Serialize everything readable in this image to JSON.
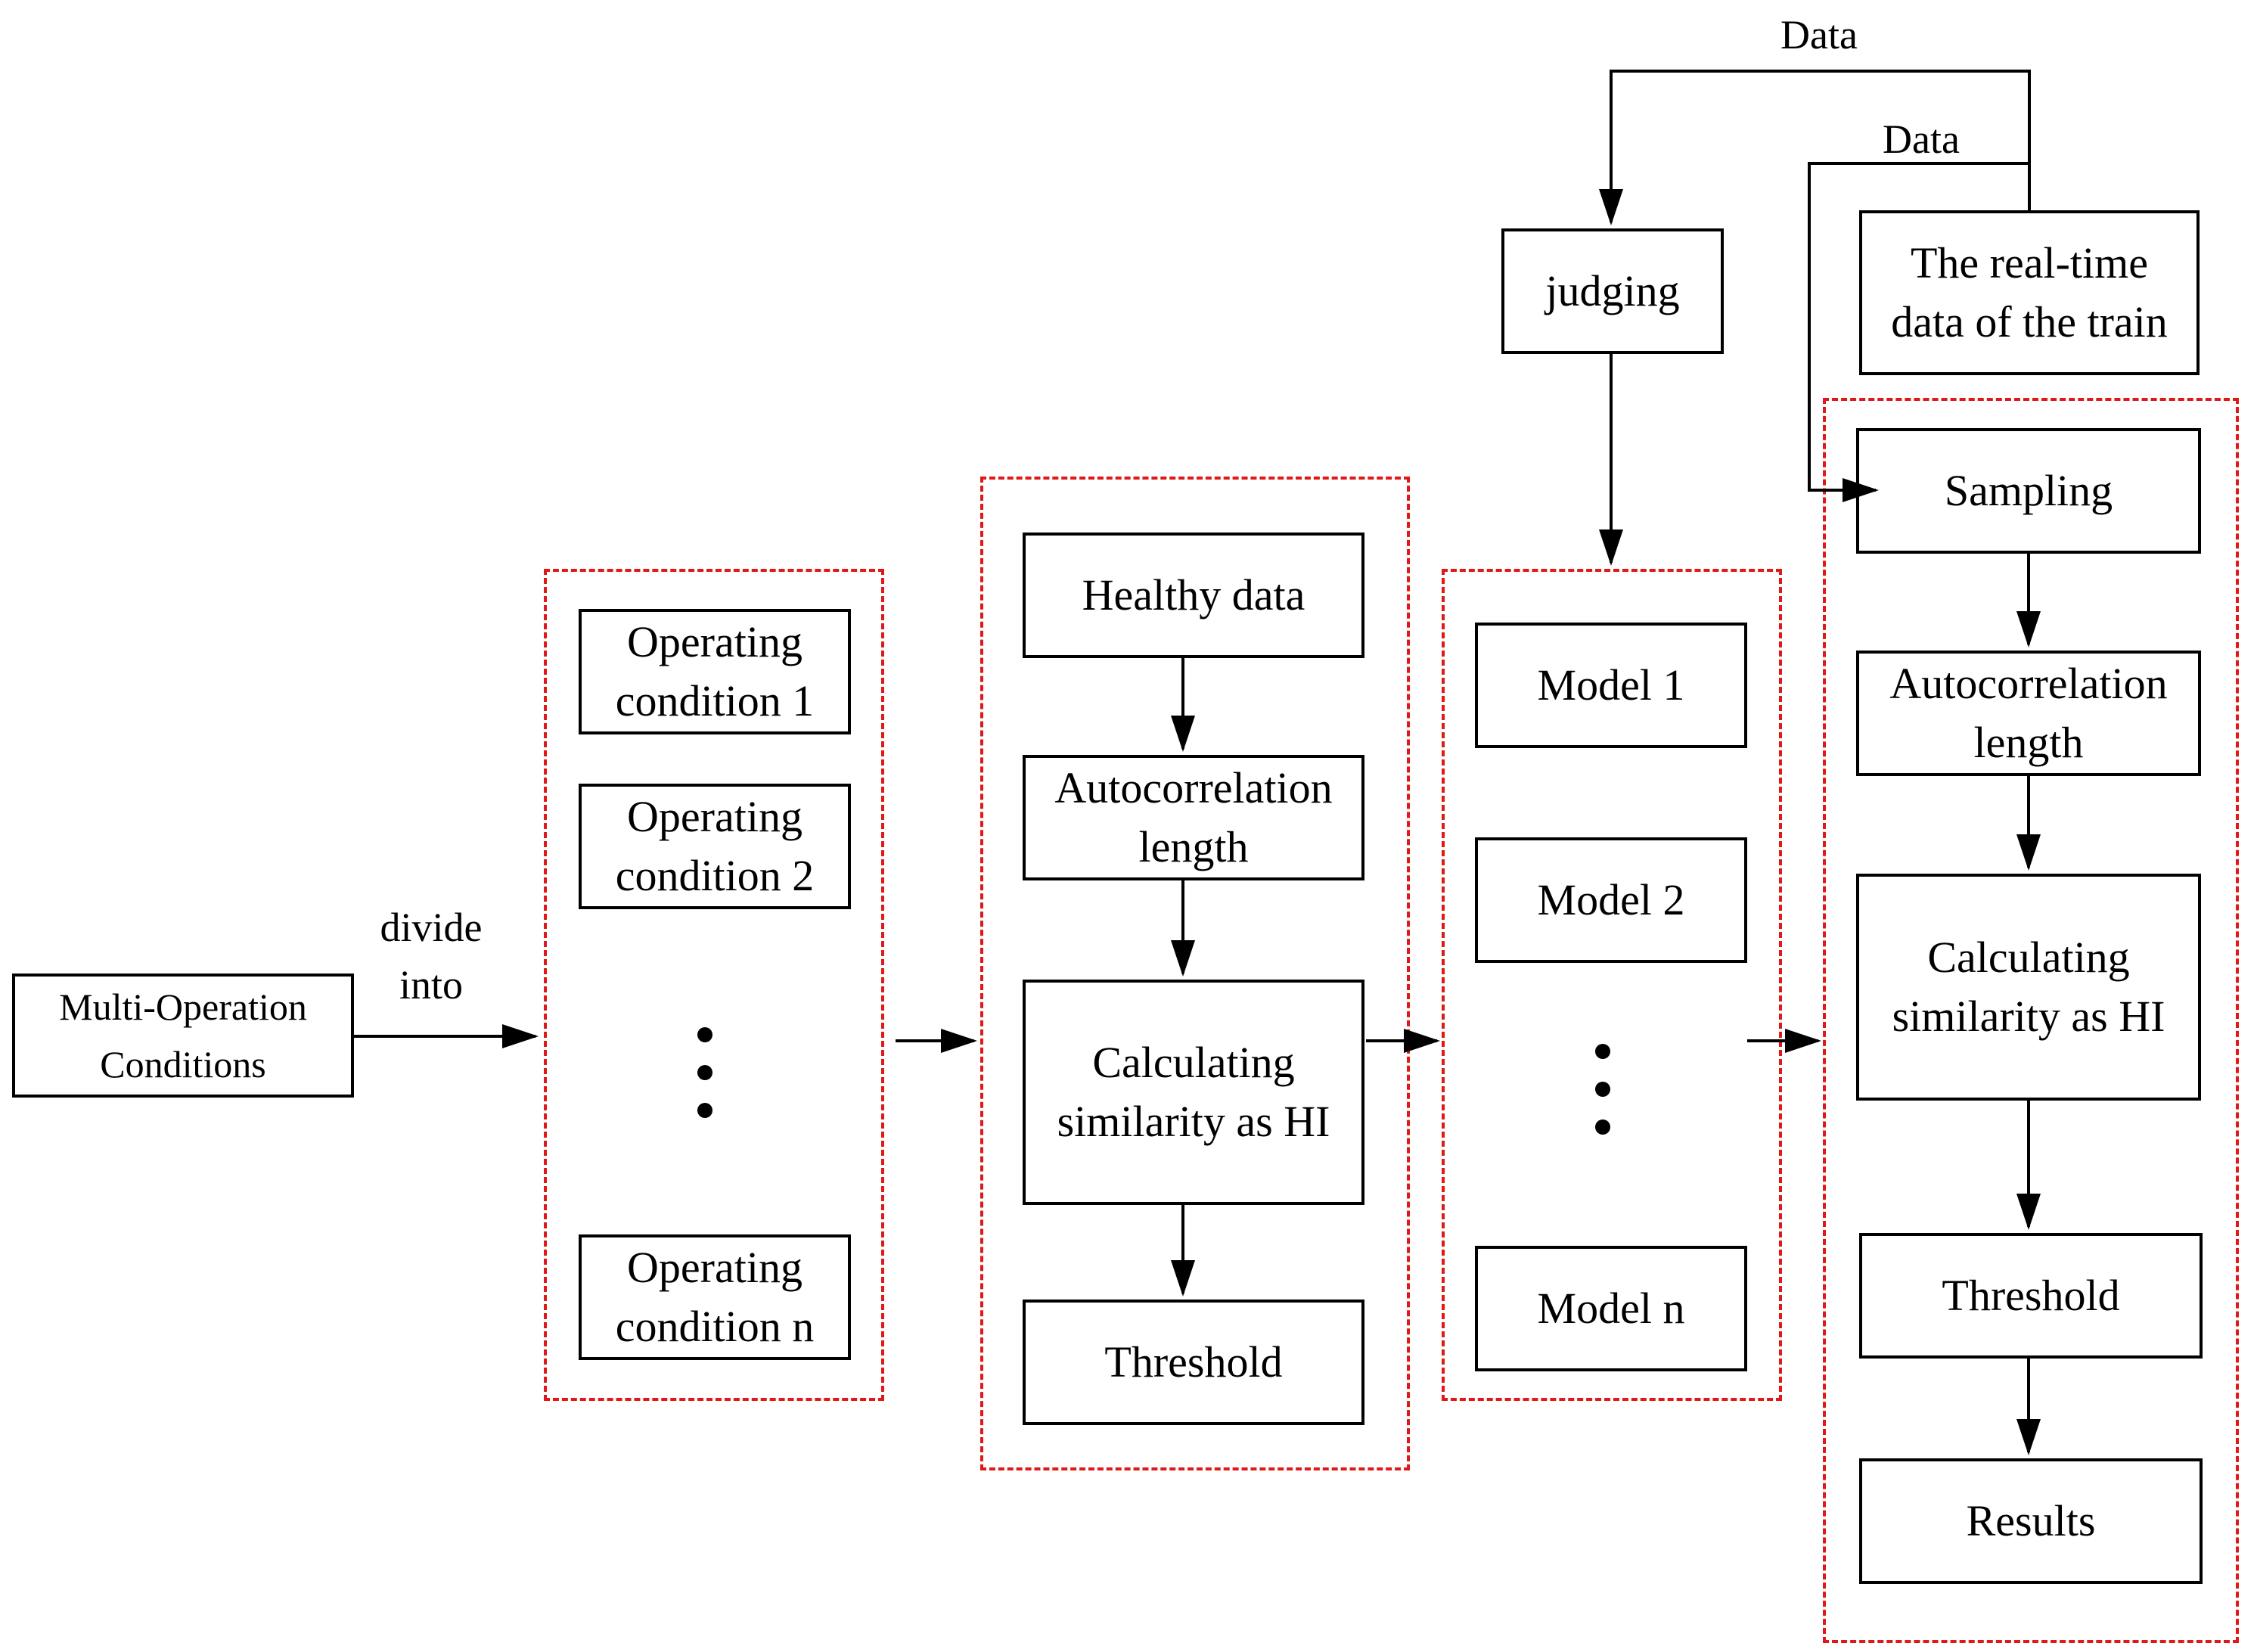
{
  "nodes": {
    "multi_operation": [
      "Multi-Operation",
      "Conditions"
    ],
    "operating_condition_1": [
      "Operating",
      "condition 1"
    ],
    "operating_condition_2": [
      "Operating",
      "condition 2"
    ],
    "operating_condition_n": [
      "Operating",
      "condition n"
    ],
    "healthy_data": [
      "Healthy data"
    ],
    "autocorrelation_1": [
      "Autocorrelation",
      "length"
    ],
    "calc_similarity_1": [
      "Calculating",
      "similarity as HI"
    ],
    "threshold_1": [
      "Threshold"
    ],
    "judging": [
      "judging"
    ],
    "model_1": [
      "Model 1"
    ],
    "model_2": [
      "Model 2"
    ],
    "model_n": [
      "Model n"
    ],
    "realtime_data": [
      "The real-time",
      "data of the train"
    ],
    "sampling": [
      "Sampling"
    ],
    "autocorrelation_2": [
      "Autocorrelation",
      "length"
    ],
    "calc_similarity_2": [
      "Calculating",
      "similarity as HI"
    ],
    "threshold_2": [
      "Threshold"
    ],
    "results": [
      "Results"
    ]
  },
  "edge_labels": {
    "divide_into": [
      "divide",
      "into"
    ],
    "data_top": "Data",
    "data_inner": "Data"
  },
  "colors": {
    "group_border": "#e01818",
    "line": "#000000"
  }
}
